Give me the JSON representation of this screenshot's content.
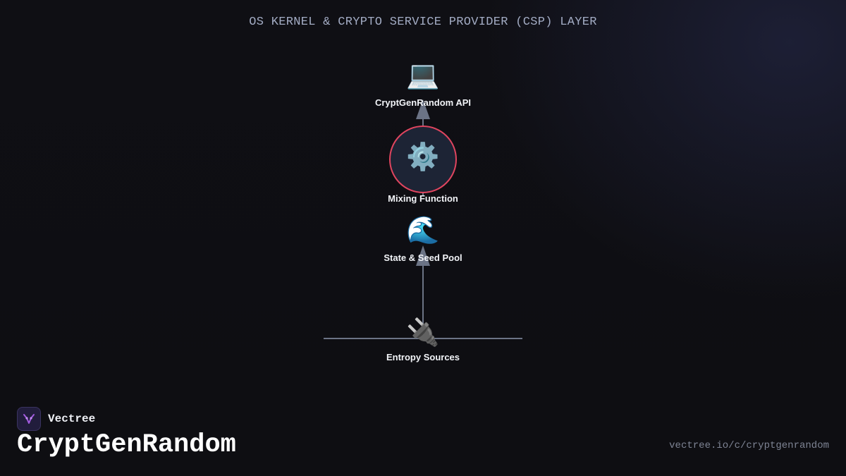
{
  "diagram": {
    "title": "OS KERNEL & CRYPTO SERVICE PROVIDER (CSP) LAYER",
    "nodes": [
      {
        "id": "api",
        "label": "CryptGenRandom API",
        "icon": "laptop-icon",
        "glyph": "💻"
      },
      {
        "id": "mixing",
        "label": "Mixing Function",
        "icon": "gear-icon",
        "glyph": "⚙️",
        "highlight_color": "#e0455f"
      },
      {
        "id": "pool",
        "label": "State & Seed Pool",
        "icon": "wave-icon",
        "glyph": "🌊"
      },
      {
        "id": "entropy",
        "label": "Entropy Sources",
        "icon": "plug-icon",
        "glyph": "🔌"
      }
    ],
    "edges": [
      {
        "from": "entropy",
        "to": "pool"
      },
      {
        "from": "pool",
        "to": "mixing"
      },
      {
        "from": "mixing",
        "to": "api"
      }
    ],
    "colors": {
      "line": "#6b7385",
      "accent": "#e0455f"
    }
  },
  "brand": {
    "name": "Vectree",
    "logo_icon": "vectree-logo-icon"
  },
  "footer": {
    "title": "CryptGenRandom",
    "url": "vectree.io/c/cryptgenrandom"
  }
}
